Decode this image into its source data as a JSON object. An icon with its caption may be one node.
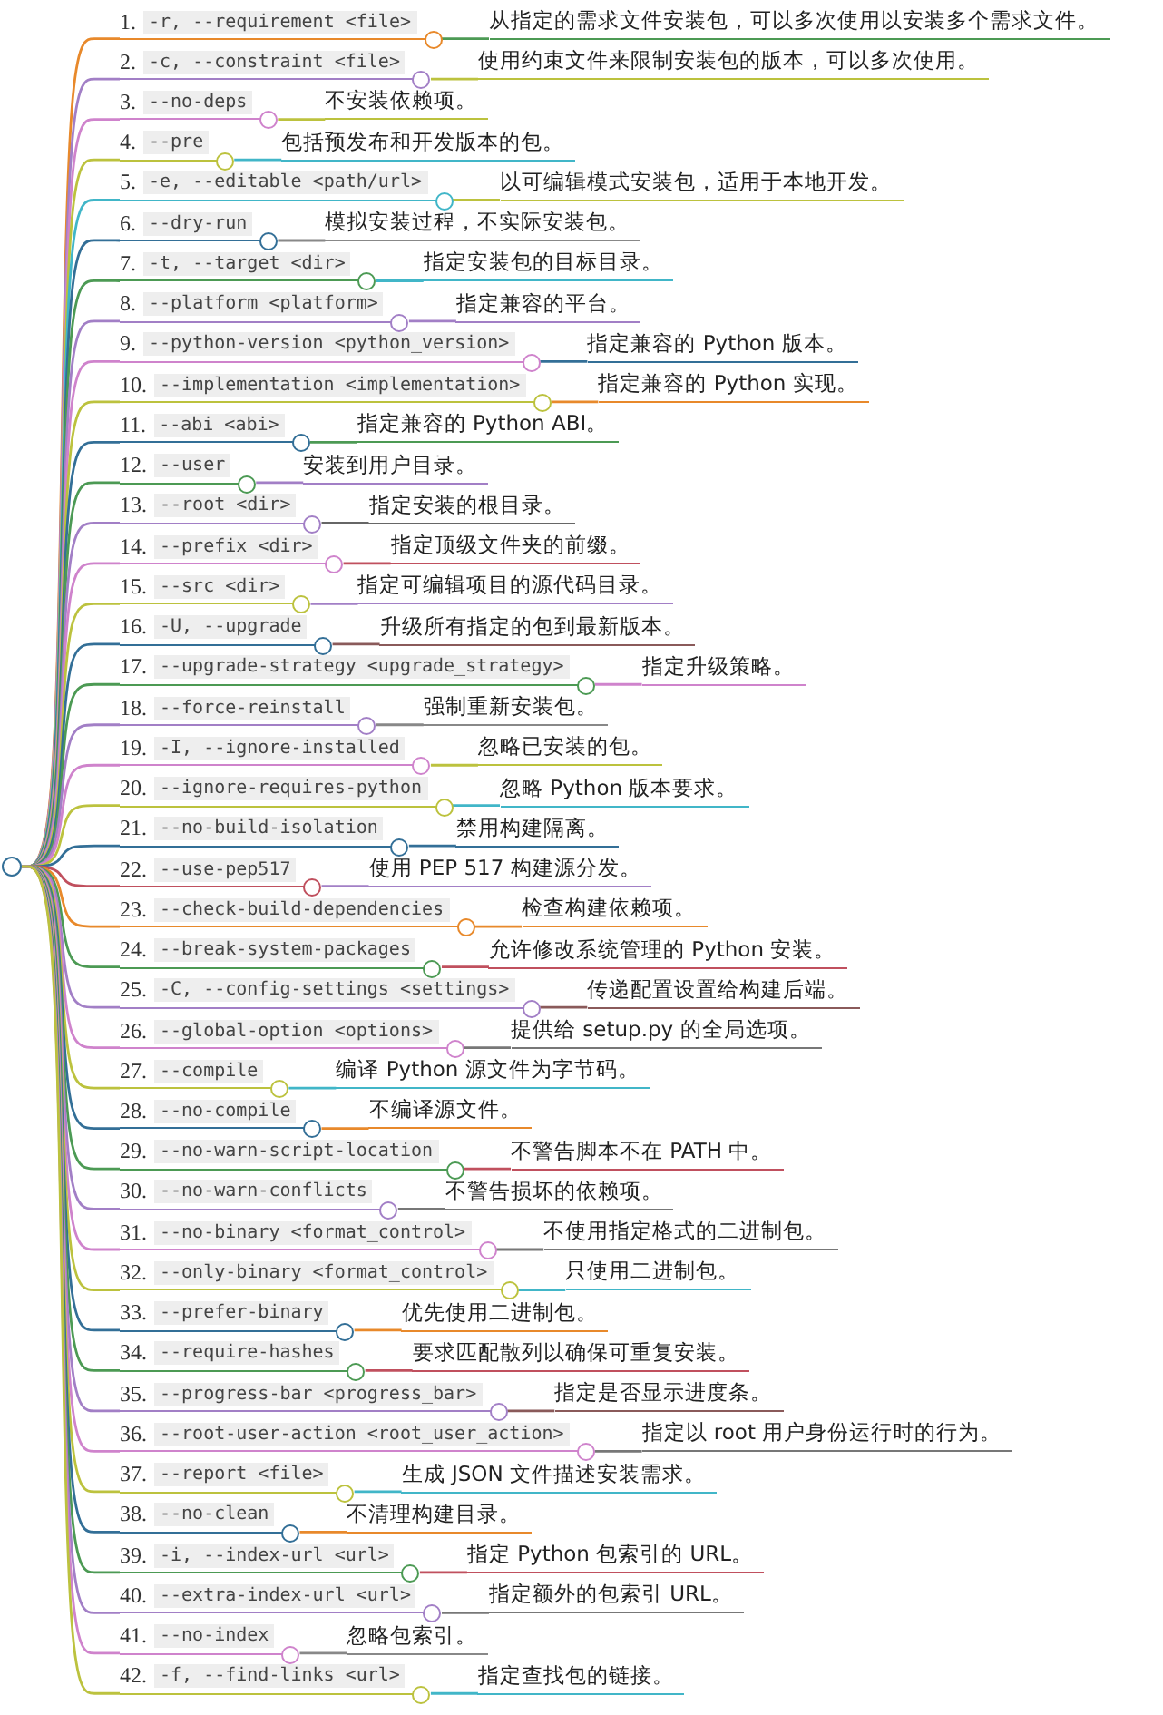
{
  "diagram": {
    "nodes": [
      {
        "text": [],
        "shape": "circle"
      },
      {
        "text": [
          "1.",
          "-r, --requirement <file>"
        ]
      },
      {
        "text": [
          "从指定的需求文件安装包，可以多次使用以安装多个需求文件。"
        ]
      },
      {
        "text": [
          "2.",
          "-c, --constraint <file>"
        ]
      },
      {
        "text": [
          "使用约束文件来限制安装包的版本，可以多次使用。"
        ]
      },
      {
        "text": [
          "3.",
          "--no-deps"
        ]
      },
      {
        "text": [
          "不安装依赖项。"
        ]
      },
      {
        "text": [
          "4.",
          "--pre"
        ]
      },
      {
        "text": [
          "包括预发布和开发版本的包。"
        ]
      },
      {
        "text": [
          "5.",
          "-e, --editable <path/url>"
        ]
      },
      {
        "text": [
          "以可编辑模式安装包，适用于本地开发。"
        ]
      },
      {
        "text": [
          "6.",
          "--dry-run"
        ]
      },
      {
        "text": [
          "模拟安装过程，不实际安装包。"
        ]
      },
      {
        "text": [
          "7.",
          "-t, --target <dir>"
        ]
      },
      {
        "text": [
          "指定安装包的目标目录。"
        ]
      },
      {
        "text": [
          "8.",
          "--platform <platform>"
        ]
      },
      {
        "text": [
          "指定兼容的平台。"
        ]
      },
      {
        "text": [
          "9.",
          "--python-version <python_version>"
        ]
      },
      {
        "text": [
          "指定兼容的 Python 版本。"
        ]
      },
      {
        "text": [
          "10.",
          "--implementation <implementation>"
        ]
      },
      {
        "text": [
          "指定兼容的 Python 实现。"
        ]
      },
      {
        "text": [
          "11.",
          "--abi <abi>"
        ]
      },
      {
        "text": [
          "指定兼容的 Python ABI。"
        ]
      },
      {
        "text": [
          "12.",
          "--user"
        ]
      },
      {
        "text": [
          "安装到用户目录。"
        ]
      },
      {
        "text": [
          "13.",
          "--root <dir>"
        ]
      },
      {
        "text": [
          "指定安装的根目录。"
        ]
      },
      {
        "text": [
          "14.",
          "--prefix <dir>"
        ]
      },
      {
        "text": [
          "指定顶级文件夹的前缀。"
        ]
      },
      {
        "text": [
          "15.",
          "--src <dir>"
        ]
      },
      {
        "text": [
          "指定可编辑项目的源代码目录。"
        ]
      },
      {
        "text": [
          "16.",
          "-U, --upgrade"
        ]
      },
      {
        "text": [
          "升级所有指定的包到最新版本。"
        ]
      },
      {
        "text": [
          "17.",
          "--upgrade-strategy <upgrade_strategy>"
        ]
      },
      {
        "text": [
          "指定升级策略。"
        ]
      },
      {
        "text": [
          "18.",
          "--force-reinstall"
        ]
      },
      {
        "text": [
          "强制重新安装包。"
        ]
      },
      {
        "text": [
          "19.",
          "-I, --ignore-installed"
        ]
      },
      {
        "text": [
          "忽略已安装的包。"
        ]
      },
      {
        "text": [
          "20.",
          "--ignore-requires-python"
        ]
      },
      {
        "text": [
          "忽略 Python 版本要求。"
        ]
      },
      {
        "text": [
          "21.",
          "--no-build-isolation"
        ]
      },
      {
        "text": [
          "禁用构建隔离。"
        ]
      },
      {
        "text": [
          "22.",
          "--use-pep517"
        ]
      },
      {
        "text": [
          "使用 PEP 517 构建源分发。"
        ]
      },
      {
        "text": [
          "23.",
          "--check-build-dependencies"
        ]
      },
      {
        "text": [
          "检查构建依赖项。"
        ]
      },
      {
        "text": [
          "24.",
          "--break-system-packages"
        ]
      },
      {
        "text": [
          "允许修改系统管理的 Python 安装。"
        ]
      },
      {
        "text": [
          "25.",
          "-C, --config-settings <settings>"
        ]
      },
      {
        "text": [
          "传递配置设置给构建后端。"
        ]
      },
      {
        "text": [
          "26.",
          "--global-option <options>"
        ]
      },
      {
        "text": [
          "提供给 setup.py 的全局选项。"
        ]
      },
      {
        "text": [
          "27.",
          "--compile"
        ]
      },
      {
        "text": [
          "编译 Python 源文件为字节码。"
        ]
      },
      {
        "text": [
          "28.",
          "--no-compile"
        ]
      },
      {
        "text": [
          "不编译源文件。"
        ]
      },
      {
        "text": [
          "29.",
          "--no-warn-script-location"
        ]
      },
      {
        "text": [
          "不警告脚本不在 PATH 中。"
        ]
      },
      {
        "text": [
          "30.",
          "--no-warn-conflicts"
        ]
      },
      {
        "text": [
          "不警告损坏的依赖项。"
        ]
      },
      {
        "text": [
          "31.",
          "--no-binary <format_control>"
        ]
      },
      {
        "text": [
          "不使用指定格式的二进制包。"
        ]
      },
      {
        "text": [
          "32.",
          "--only-binary <format_control>"
        ]
      },
      {
        "text": [
          "只使用二进制包。"
        ]
      },
      {
        "text": [
          "33.",
          "--prefer-binary"
        ]
      },
      {
        "text": [
          "优先使用二进制包。"
        ]
      },
      {
        "text": [
          "34.",
          "--require-hashes"
        ]
      },
      {
        "text": [
          "要求匹配散列以确保可重复安装。"
        ]
      },
      {
        "text": [
          "35.",
          "--progress-bar <progress_bar>"
        ]
      },
      {
        "text": [
          "指定是否显示进度条。"
        ]
      },
      {
        "text": [
          "36.",
          "--root-user-action <root_user_action>"
        ]
      },
      {
        "text": [
          "指定以 root 用户身份运行时的行为。"
        ]
      },
      {
        "text": [
          "37.",
          "--report <file>"
        ]
      },
      {
        "text": [
          "生成 JSON 文件描述安装需求。"
        ]
      },
      {
        "text": [
          "38.",
          "--no-clean"
        ]
      },
      {
        "text": [
          "不清理构建目录。"
        ]
      },
      {
        "text": [
          "39.",
          "-i, --index-url <url>"
        ]
      },
      {
        "text": [
          "指定 Python 包索引的 URL。"
        ]
      },
      {
        "text": [
          "40.",
          "--extra-index-url <url>"
        ]
      },
      {
        "text": [
          "指定额外的包索引 URL。"
        ]
      },
      {
        "text": [
          "41.",
          "--no-index"
        ]
      },
      {
        "text": [
          "忽略包索引。"
        ]
      },
      {
        "text": [
          "42.",
          "-f, --find-links <url>"
        ]
      },
      {
        "text": [
          "指定查找包的链接。"
        ]
      }
    ],
    "edges": [
      {
        "from": 0,
        "to": 1,
        "arrow": "none",
        "color": "#e8892b"
      },
      {
        "from": 1,
        "to": 2,
        "arrow": "none",
        "color": "#4c9a54"
      },
      {
        "from": 0,
        "to": 3,
        "arrow": "none",
        "color": "#a27fc6"
      },
      {
        "from": 3,
        "to": 4,
        "arrow": "none",
        "color": "#bcc23e"
      },
      {
        "from": 0,
        "to": 5,
        "arrow": "none",
        "color": "#cf83cc"
      },
      {
        "from": 5,
        "to": 6,
        "arrow": "none",
        "color": "#bcc23e"
      },
      {
        "from": 0,
        "to": 7,
        "arrow": "none",
        "color": "#bcc23e"
      },
      {
        "from": 7,
        "to": 8,
        "arrow": "none",
        "color": "#41b6c8"
      },
      {
        "from": 0,
        "to": 9,
        "arrow": "none",
        "color": "#41b6c8"
      },
      {
        "from": 9,
        "to": 10,
        "arrow": "none",
        "color": "#bcc23e"
      },
      {
        "from": 0,
        "to": 11,
        "arrow": "none",
        "color": "#336f97"
      },
      {
        "from": 11,
        "to": 12,
        "arrow": "none",
        "color": "#888888"
      },
      {
        "from": 0,
        "to": 13,
        "arrow": "none",
        "color": "#4c9a54"
      },
      {
        "from": 13,
        "to": 14,
        "arrow": "none",
        "color": "#41b6c8"
      },
      {
        "from": 0,
        "to": 15,
        "arrow": "none",
        "color": "#a27fc6"
      },
      {
        "from": 15,
        "to": 16,
        "arrow": "none",
        "color": "#a27fc6"
      },
      {
        "from": 0,
        "to": 17,
        "arrow": "none",
        "color": "#cf83cc"
      },
      {
        "from": 17,
        "to": 18,
        "arrow": "none",
        "color": "#336f97"
      },
      {
        "from": 0,
        "to": 19,
        "arrow": "none",
        "color": "#bcc23e"
      },
      {
        "from": 19,
        "to": 20,
        "arrow": "none",
        "color": "#e8892b"
      },
      {
        "from": 0,
        "to": 21,
        "arrow": "none",
        "color": "#336f97"
      },
      {
        "from": 21,
        "to": 22,
        "arrow": "none",
        "color": "#4c9a54"
      },
      {
        "from": 0,
        "to": 23,
        "arrow": "none",
        "color": "#4c9a54"
      },
      {
        "from": 23,
        "to": 24,
        "arrow": "none",
        "color": "#a27fc6"
      },
      {
        "from": 0,
        "to": 25,
        "arrow": "none",
        "color": "#a27fc6"
      },
      {
        "from": 25,
        "to": 26,
        "arrow": "none",
        "color": "#666666"
      },
      {
        "from": 0,
        "to": 27,
        "arrow": "none",
        "color": "#cf83cc"
      },
      {
        "from": 27,
        "to": 28,
        "arrow": "none",
        "color": "#c0505e"
      },
      {
        "from": 0,
        "to": 29,
        "arrow": "none",
        "color": "#bcc23e"
      },
      {
        "from": 29,
        "to": 30,
        "arrow": "none",
        "color": "#a27fc6"
      },
      {
        "from": 0,
        "to": 31,
        "arrow": "none",
        "color": "#336f97"
      },
      {
        "from": 31,
        "to": 32,
        "arrow": "none",
        "color": "#8a5a5a"
      },
      {
        "from": 0,
        "to": 33,
        "arrow": "none",
        "color": "#4c9a54"
      },
      {
        "from": 33,
        "to": 34,
        "arrow": "none",
        "color": "#cf83cc"
      },
      {
        "from": 0,
        "to": 35,
        "arrow": "none",
        "color": "#a27fc6"
      },
      {
        "from": 35,
        "to": 36,
        "arrow": "none",
        "color": "#888888"
      },
      {
        "from": 0,
        "to": 37,
        "arrow": "none",
        "color": "#cf83cc"
      },
      {
        "from": 37,
        "to": 38,
        "arrow": "none",
        "color": "#bcc23e"
      },
      {
        "from": 0,
        "to": 39,
        "arrow": "none",
        "color": "#bcc23e"
      },
      {
        "from": 39,
        "to": 40,
        "arrow": "none",
        "color": "#41b6c8"
      },
      {
        "from": 0,
        "to": 41,
        "arrow": "none",
        "color": "#336f97"
      },
      {
        "from": 41,
        "to": 42,
        "arrow": "none",
        "color": "#336f97"
      },
      {
        "from": 0,
        "to": 43,
        "arrow": "none",
        "color": "#c0505e"
      },
      {
        "from": 43,
        "to": 44,
        "arrow": "none",
        "color": "#a27fc6"
      },
      {
        "from": 0,
        "to": 45,
        "arrow": "none",
        "color": "#e8892b"
      },
      {
        "from": 45,
        "to": 46,
        "arrow": "none",
        "color": "#e8892b"
      },
      {
        "from": 0,
        "to": 47,
        "arrow": "none",
        "color": "#4c9a54"
      },
      {
        "from": 47,
        "to": 48,
        "arrow": "none",
        "color": "#c0505e"
      },
      {
        "from": 0,
        "to": 49,
        "arrow": "none",
        "color": "#a27fc6"
      },
      {
        "from": 49,
        "to": 50,
        "arrow": "none",
        "color": "#8a5a5a"
      },
      {
        "from": 0,
        "to": 51,
        "arrow": "none",
        "color": "#cf83cc"
      },
      {
        "from": 51,
        "to": 52,
        "arrow": "none",
        "color": "#777777"
      },
      {
        "from": 0,
        "to": 53,
        "arrow": "none",
        "color": "#bcc23e"
      },
      {
        "from": 53,
        "to": 54,
        "arrow": "none",
        "color": "#41b6c8"
      },
      {
        "from": 0,
        "to": 55,
        "arrow": "none",
        "color": "#336f97"
      },
      {
        "from": 55,
        "to": 56,
        "arrow": "none",
        "color": "#e8892b"
      },
      {
        "from": 0,
        "to": 57,
        "arrow": "none",
        "color": "#4c9a54"
      },
      {
        "from": 57,
        "to": 58,
        "arrow": "none",
        "color": "#c0505e"
      },
      {
        "from": 0,
        "to": 59,
        "arrow": "none",
        "color": "#a27fc6"
      },
      {
        "from": 59,
        "to": 60,
        "arrow": "none",
        "color": "#777777"
      },
      {
        "from": 0,
        "to": 61,
        "arrow": "none",
        "color": "#cf83cc"
      },
      {
        "from": 61,
        "to": 62,
        "arrow": "none",
        "color": "#777777"
      },
      {
        "from": 0,
        "to": 63,
        "arrow": "none",
        "color": "#bcc23e"
      },
      {
        "from": 63,
        "to": 64,
        "arrow": "none",
        "color": "#41b6c8"
      },
      {
        "from": 0,
        "to": 65,
        "arrow": "none",
        "color": "#336f97"
      },
      {
        "from": 65,
        "to": 66,
        "arrow": "none",
        "color": "#e8892b"
      },
      {
        "from": 0,
        "to": 67,
        "arrow": "none",
        "color": "#4c9a54"
      },
      {
        "from": 67,
        "to": 68,
        "arrow": "none",
        "color": "#c0505e"
      },
      {
        "from": 0,
        "to": 69,
        "arrow": "none",
        "color": "#a27fc6"
      },
      {
        "from": 69,
        "to": 70,
        "arrow": "none",
        "color": "#8a5a5a"
      },
      {
        "from": 0,
        "to": 71,
        "arrow": "none",
        "color": "#cf83cc"
      },
      {
        "from": 71,
        "to": 72,
        "arrow": "none",
        "color": "#777777"
      },
      {
        "from": 0,
        "to": 73,
        "arrow": "none",
        "color": "#bcc23e"
      },
      {
        "from": 73,
        "to": 74,
        "arrow": "none",
        "color": "#41b6c8"
      },
      {
        "from": 0,
        "to": 75,
        "arrow": "none",
        "color": "#336f97"
      },
      {
        "from": 75,
        "to": 76,
        "arrow": "none",
        "color": "#e8892b"
      },
      {
        "from": 0,
        "to": 77,
        "arrow": "none",
        "color": "#4c9a54"
      },
      {
        "from": 77,
        "to": 78,
        "arrow": "none",
        "color": "#c0505e"
      },
      {
        "from": 0,
        "to": 79,
        "arrow": "none",
        "color": "#a27fc6"
      },
      {
        "from": 79,
        "to": 80,
        "arrow": "none",
        "color": "#777777"
      },
      {
        "from": 0,
        "to": 81,
        "arrow": "none",
        "color": "#cf83cc"
      },
      {
        "from": 81,
        "to": 82,
        "arrow": "none",
        "color": "#888888"
      },
      {
        "from": 0,
        "to": 83,
        "arrow": "none",
        "color": "#bcc23e"
      },
      {
        "from": 83,
        "to": 84,
        "arrow": "none",
        "color": "#41b6c8"
      }
    ]
  }
}
